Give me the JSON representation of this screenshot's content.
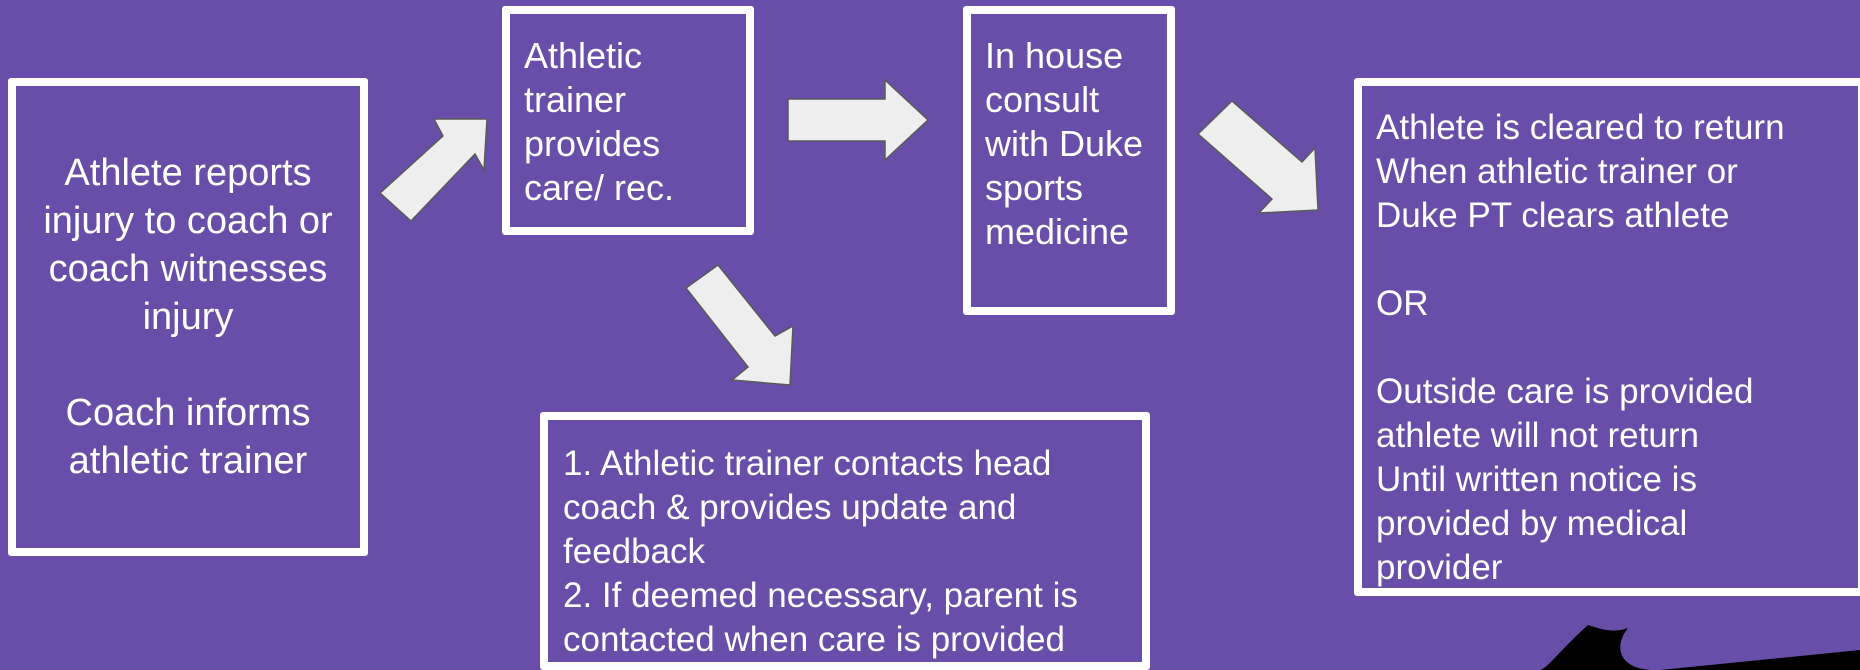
{
  "steps": {
    "report": "Athlete reports\ninjury to coach  or\ncoach witnesses\ninjury\n\nCoach informs\nathletic trainer",
    "trainer": "Athletic\ntrainer\nprovides\ncare/ rec.",
    "consult": "In house\nconsult\nwith Duke\nsports\nmedicine",
    "contacts": "1. Athletic trainer contacts head\ncoach & provides update and\nfeedback\n2. If deemed necessary, parent is\ncontacted when care is provided",
    "cleared": "Athlete is cleared to return\nWhen athletic trainer or\nDuke PT clears athlete\n\nOR\n\nOutside care is provided\nathlete will not return\nUntil written notice is\nprovided by medical\nprovider"
  },
  "colors": {
    "background": "#684ea8",
    "box_border": "#ffffff",
    "arrow_fill": "#eeeeee",
    "arrow_outline": "#5a5a5a"
  }
}
